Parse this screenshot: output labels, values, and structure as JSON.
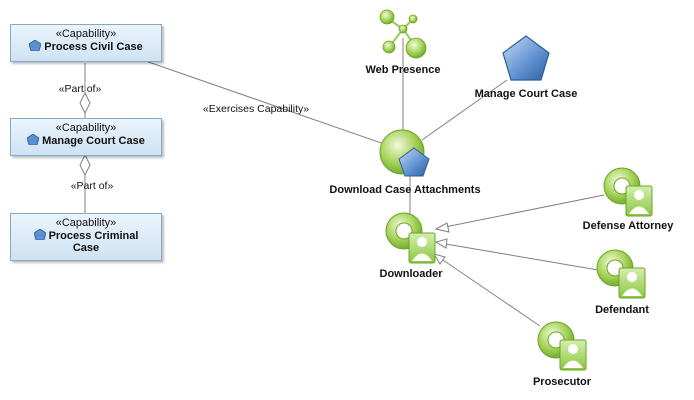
{
  "capabilities": [
    {
      "stereotype": "«Capability»",
      "name": "Process Civil Case"
    },
    {
      "stereotype": "«Capability»",
      "name": "Manage Court Case"
    },
    {
      "stereotype": "«Capability»",
      "name": "Process Criminal",
      "name2": "Case"
    }
  ],
  "connectors": {
    "part_of_1": "«Part of»",
    "part_of_2": "«Part of»",
    "exercises": "«Exercises Capability»"
  },
  "nodes": {
    "web_presence": "Web Presence",
    "manage_court_case": "Manage Court Case",
    "download_case_attachments": "Download Case Attachments",
    "downloader": "Downloader",
    "defense_attorney": "Defense Attorney",
    "defendant": "Defendant",
    "prosecutor": "Prosecutor"
  },
  "colors": {
    "capability_fill": "#d6e8f7",
    "capability_border": "#86a9c7",
    "function_green": "#8cc63f",
    "pentagon_blue": "#4f7fbf",
    "connector": "#808080"
  }
}
